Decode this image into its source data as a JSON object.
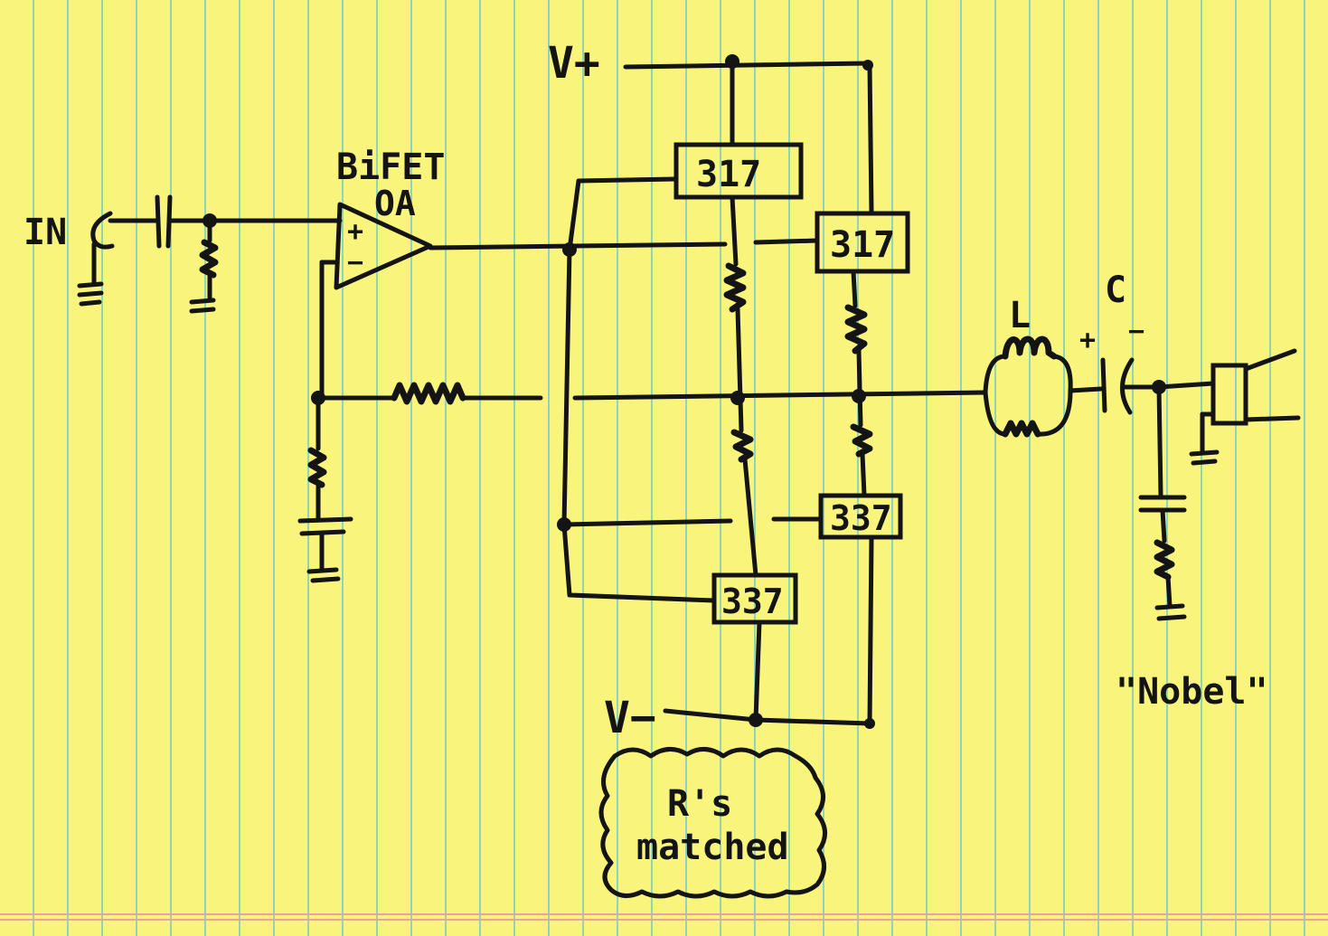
{
  "labels": {
    "input": "IN",
    "opamp_line1": "BiFET",
    "opamp_line2": "OA",
    "opamp_plus": "+",
    "opamp_minus": "−",
    "vplus": "V+",
    "vminus": "V−",
    "reg_top_a": "317",
    "reg_top_b": "317",
    "reg_bot_a": "337",
    "reg_bot_b": "337",
    "inductor": "L",
    "capacitor": "C",
    "cap_plus": "+",
    "cap_minus": "−",
    "network": "\"Nobel\"",
    "note_line1": "R's",
    "note_line2": "matched"
  },
  "colors": {
    "paper": "#f9f47c",
    "rule_line": "#8fd6b8",
    "margin_line": "#e9a2a0",
    "ink": "#141414"
  }
}
